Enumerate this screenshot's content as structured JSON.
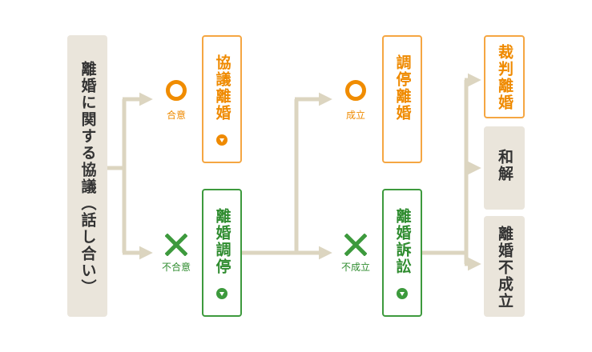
{
  "start": {
    "text": "離婚に関する協議（話し合い）"
  },
  "stage1": {
    "success_label": "合意",
    "fail_label": "不合意",
    "success_box": "協議離婚",
    "fail_box": "離婚調停"
  },
  "stage2": {
    "success_label": "成立",
    "fail_label": "不成立",
    "success_box": "調停離婚",
    "fail_box": "離婚訴訟"
  },
  "outcomes": {
    "judgment": "裁判離婚",
    "settlement": "和解",
    "not_granted": "離婚不成立"
  },
  "colors": {
    "success": "#f08c00",
    "fail": "#3d9a3d",
    "neutral_fill": "#eae5db",
    "connector": "#dcd5c0"
  },
  "icons": {
    "success": "circle-icon",
    "fail": "cross-icon",
    "expand": "chevron-down-icon",
    "flow": "arrow-icon"
  }
}
